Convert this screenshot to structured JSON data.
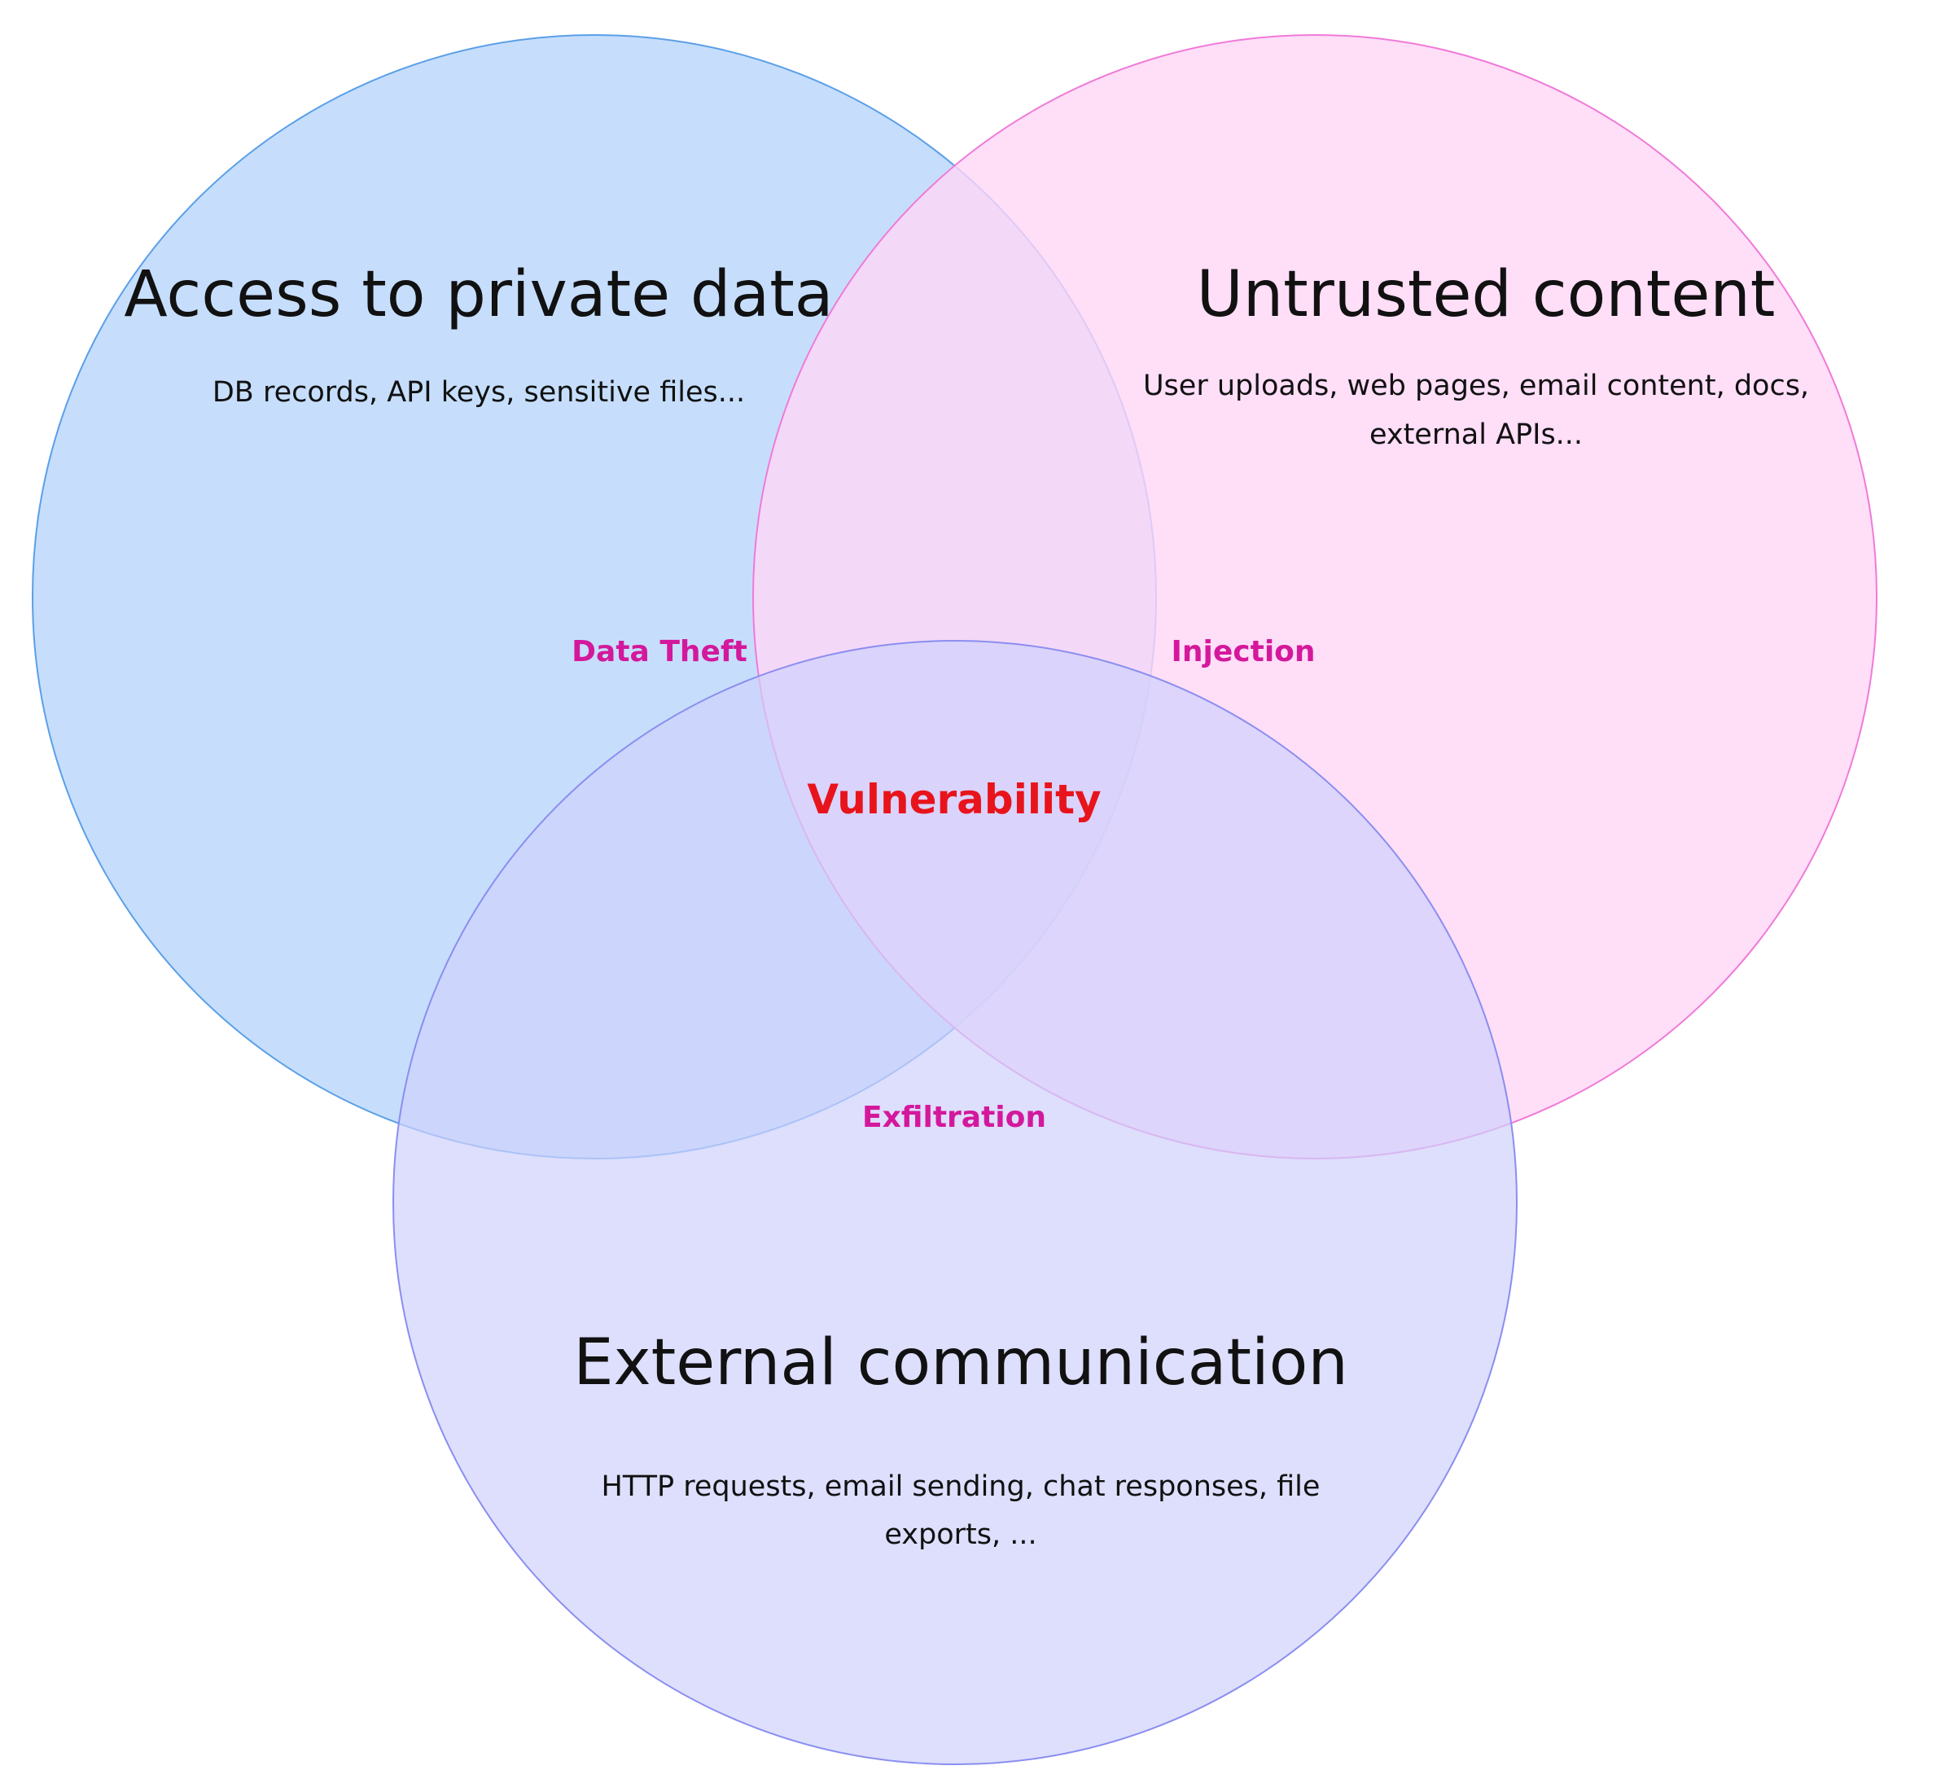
{
  "sets": {
    "private_data": {
      "title": "Access to private data",
      "desc_line1": "DB records, API keys, sensitive files...",
      "fill": "#c6defc",
      "stroke": "#5b9fe8"
    },
    "untrusted": {
      "title": "Untrusted content",
      "desc_line1": "User uploads, web pages, email content, docs,",
      "desc_line2": "external APIs...",
      "fill": "#ffd6f6",
      "stroke": "#f07ad8"
    },
    "external": {
      "title": "External communication",
      "desc_line1": "HTTP requests, email sending, chat responses, file",
      "desc_line2": "exports, ...",
      "fill": "#cfd2fc",
      "stroke": "#8a8ef0"
    }
  },
  "intersections": {
    "data_theft": "Data Theft",
    "injection": "Injection",
    "exfiltration": "Exfiltration",
    "core": "Vulnerability"
  },
  "colors": {
    "pair_label": "#d4189c",
    "core_label": "#e8141c"
  }
}
